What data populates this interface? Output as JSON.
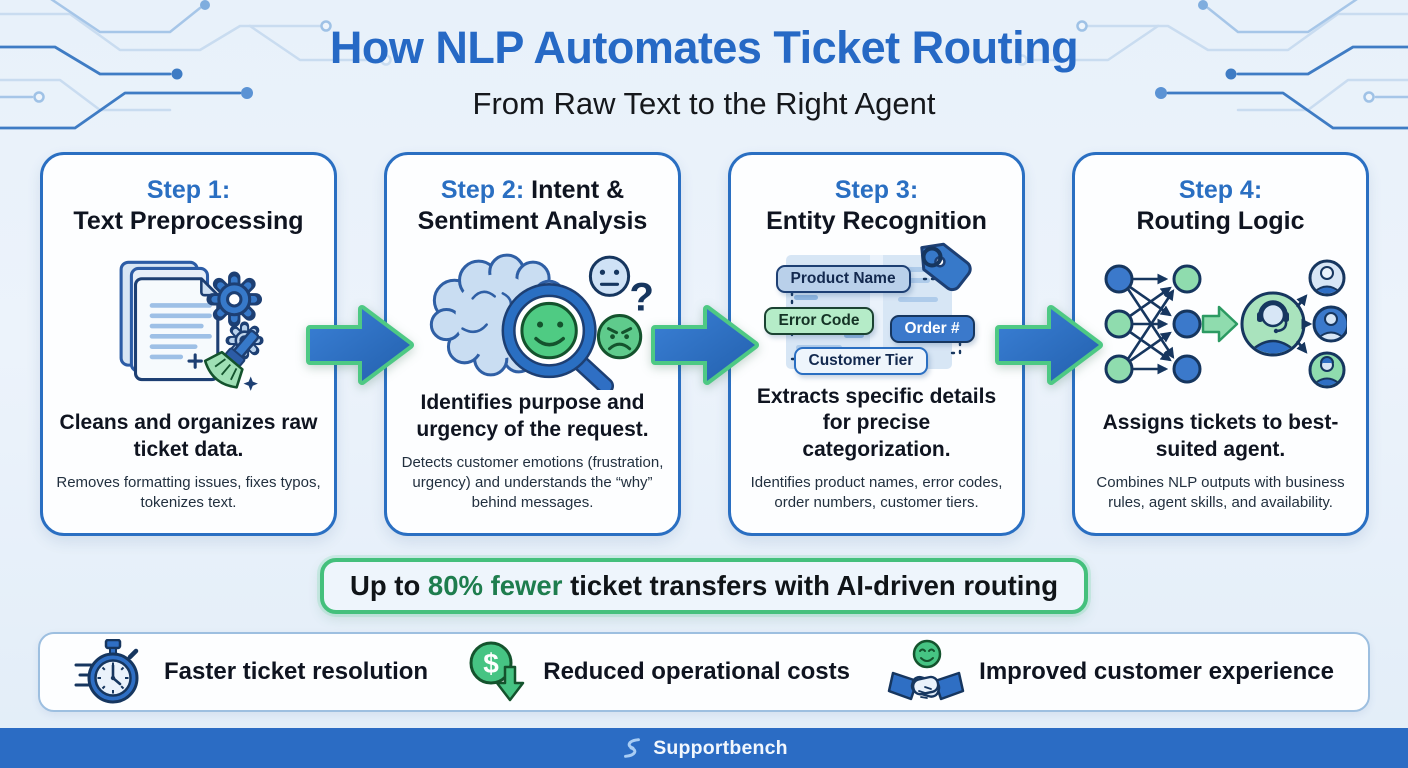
{
  "header": {
    "title": "How NLP Automates Ticket Routing",
    "subtitle": "From Raw Text to the Right Agent"
  },
  "steps": [
    {
      "step_label": "Step 1:",
      "heading_rest": "",
      "heading_line2": "Text Preprocessing",
      "icon": "documents-gears-brush-icon",
      "summary": "Cleans and organizes raw ticket data.",
      "detail": "Removes formatting issues, fixes typos, tokenizes text."
    },
    {
      "step_label": "Step 2:",
      "heading_rest": " Intent &",
      "heading_line2": "Sentiment Analysis",
      "icon": "brain-magnifier-sentiment-icon",
      "summary": "Identifies purpose and urgency of the request.",
      "detail": "Detects customer emotions (frustration, urgency) and understands the “why” behind messages."
    },
    {
      "step_label": "Step 3:",
      "heading_rest": "",
      "heading_line2": "Entity Recognition",
      "icon": "entity-tags-icon",
      "summary": "Extracts specific details for precise categorization.",
      "detail": "Identifies product names, error codes, order numbers, customer tiers.",
      "tags": [
        "Product Name",
        "Error Code",
        "Order #",
        "Customer Tier"
      ]
    },
    {
      "step_label": "Step 4:",
      "heading_rest": "",
      "heading_line2": "Routing Logic",
      "icon": "routing-network-agents-icon",
      "summary": "Assigns tickets to best-suited agent.",
      "detail": "Combines NLP outputs with business rules, agent skills, and availability."
    }
  ],
  "banner": {
    "prefix": "Up to ",
    "highlight": "80% fewer",
    "suffix": " ticket transfers with AI-driven routing"
  },
  "benefits": [
    {
      "label": "Faster ticket resolution",
      "icon": "stopwatch-icon"
    },
    {
      "label": "Reduced operational costs",
      "icon": "dollar-down-icon"
    },
    {
      "label": "Improved customer experience",
      "icon": "handshake-icon"
    }
  ],
  "footer": {
    "brand": "Supportbench",
    "logo_icon": "supportbench-logo-icon"
  },
  "icons": {
    "question_glyph": "?",
    "dollar_glyph": "$"
  },
  "colors": {
    "accent_blue": "#2a6fc2",
    "dark_navy": "#16365f",
    "arrow_outline_green": "#44c07c",
    "highlight_green": "#1e7d4e",
    "footer_blue": "#2b6cc4",
    "background": "#e8f1fa"
  }
}
